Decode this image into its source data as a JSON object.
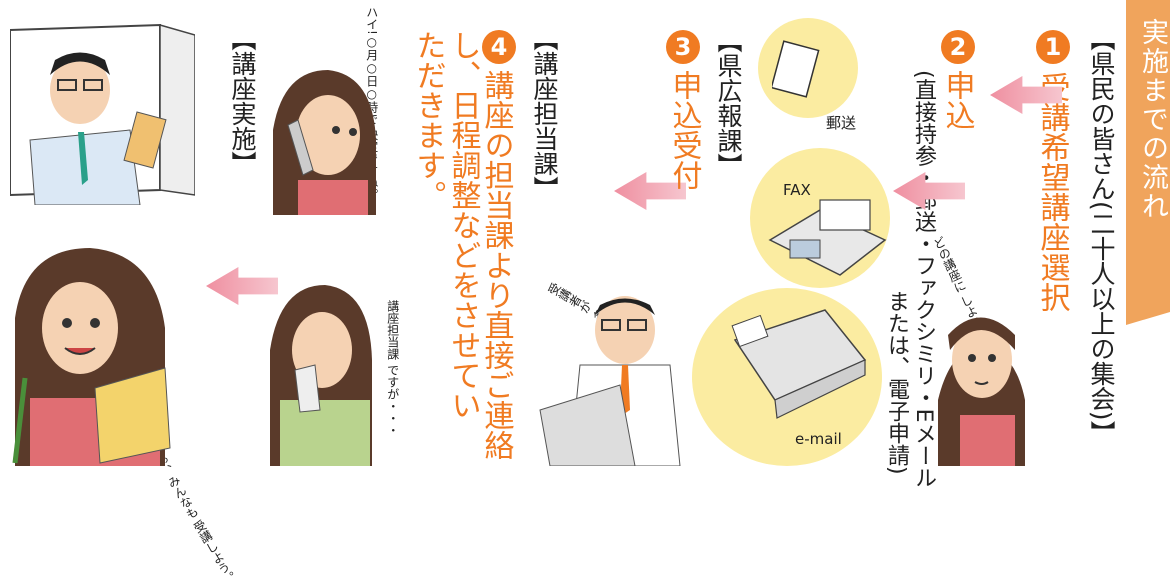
{
  "banner": {
    "title": "実施までの流れ"
  },
  "step1": {
    "heading": "【県民の皆さん(二十人以上の集会)】",
    "number": "1",
    "title": "受講希望講座選択",
    "bubble": "どの講座に しようかな!"
  },
  "step2": {
    "number": "2",
    "title": "申込",
    "method_line1": "(直接持参・郵送・ファクシミリ・Eメール",
    "method_line2": "または、電子申請)",
    "labels": {
      "mail": "郵送",
      "fax": "FAX",
      "email": "e-mail"
    }
  },
  "step3": {
    "heading": "【県広報課】",
    "number": "3",
    "title": "申込受付",
    "bubble": "受講者が 多いですネ!"
  },
  "step4": {
    "heading": "【講座担当課】",
    "number": "4",
    "title_line1": "講座の担当課より直接ご連絡",
    "title_line2": "し、日程調整などをさせてい",
    "title_line3": "ただきます。",
    "bubble_phone": "ハイ!○月○日○時で 決定ですね。",
    "bubble_caller": "講座担当課 ですが・・・"
  },
  "step5": {
    "heading": "【講座実施】",
    "bubble": "県政のことが よくわかりました。 さぁ、みんなも 受講しよう。"
  },
  "colors": {
    "accent": "#f07b22",
    "banner": "#f0a45c",
    "arrow": "#ef8fa0",
    "circle": "#fbeca1"
  }
}
